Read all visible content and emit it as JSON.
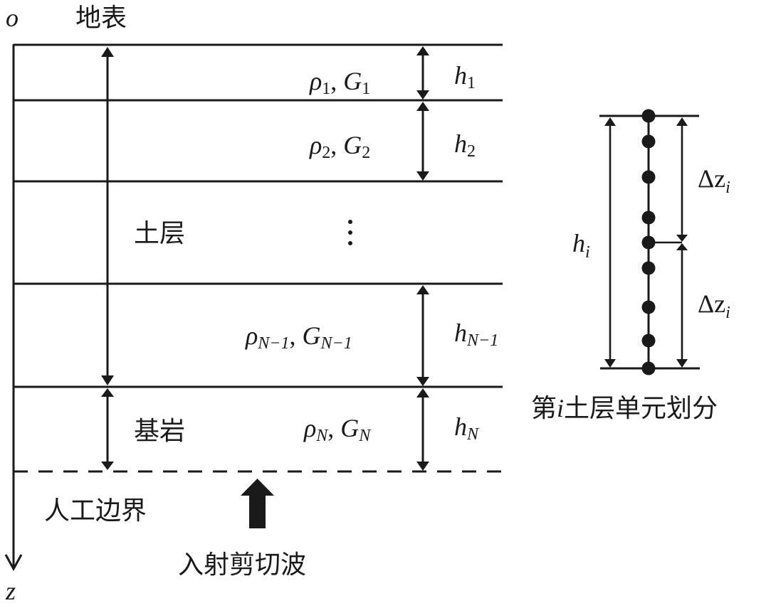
{
  "axis": {
    "origin_label": "o",
    "depth_label": "z",
    "surface_label": "地表"
  },
  "regions": {
    "soil_label": "土层",
    "bedrock_label": "基岩",
    "boundary_label": "人工边界",
    "wave_label": "入射剪切波",
    "ellipsis": "⋮"
  },
  "layers": [
    {
      "rho": "ρ",
      "rho_sub": "1",
      "G": "G",
      "G_sub": "1",
      "h": "h",
      "h_sub": "1"
    },
    {
      "rho": "ρ",
      "rho_sub": "2",
      "G": "G",
      "G_sub": "2",
      "h": "h",
      "h_sub": "2"
    },
    {
      "rho": "ρ",
      "rho_sub": "N−1",
      "G": "G",
      "G_sub": "N−1",
      "h": "h",
      "h_sub": "N−1"
    },
    {
      "rho": "ρ",
      "rho_sub": "N",
      "G": "G",
      "G_sub": "N",
      "h": "h",
      "h_sub": "N"
    }
  ],
  "separator": ", ",
  "element_division": {
    "caption": "第i土层单元划分",
    "caption_pre": "第",
    "caption_i": "i",
    "caption_post": "土层单元划分",
    "h_label": "h",
    "h_sub": "i",
    "dz_label": "Δz",
    "dz_sub": "i",
    "node_count": 9
  }
}
